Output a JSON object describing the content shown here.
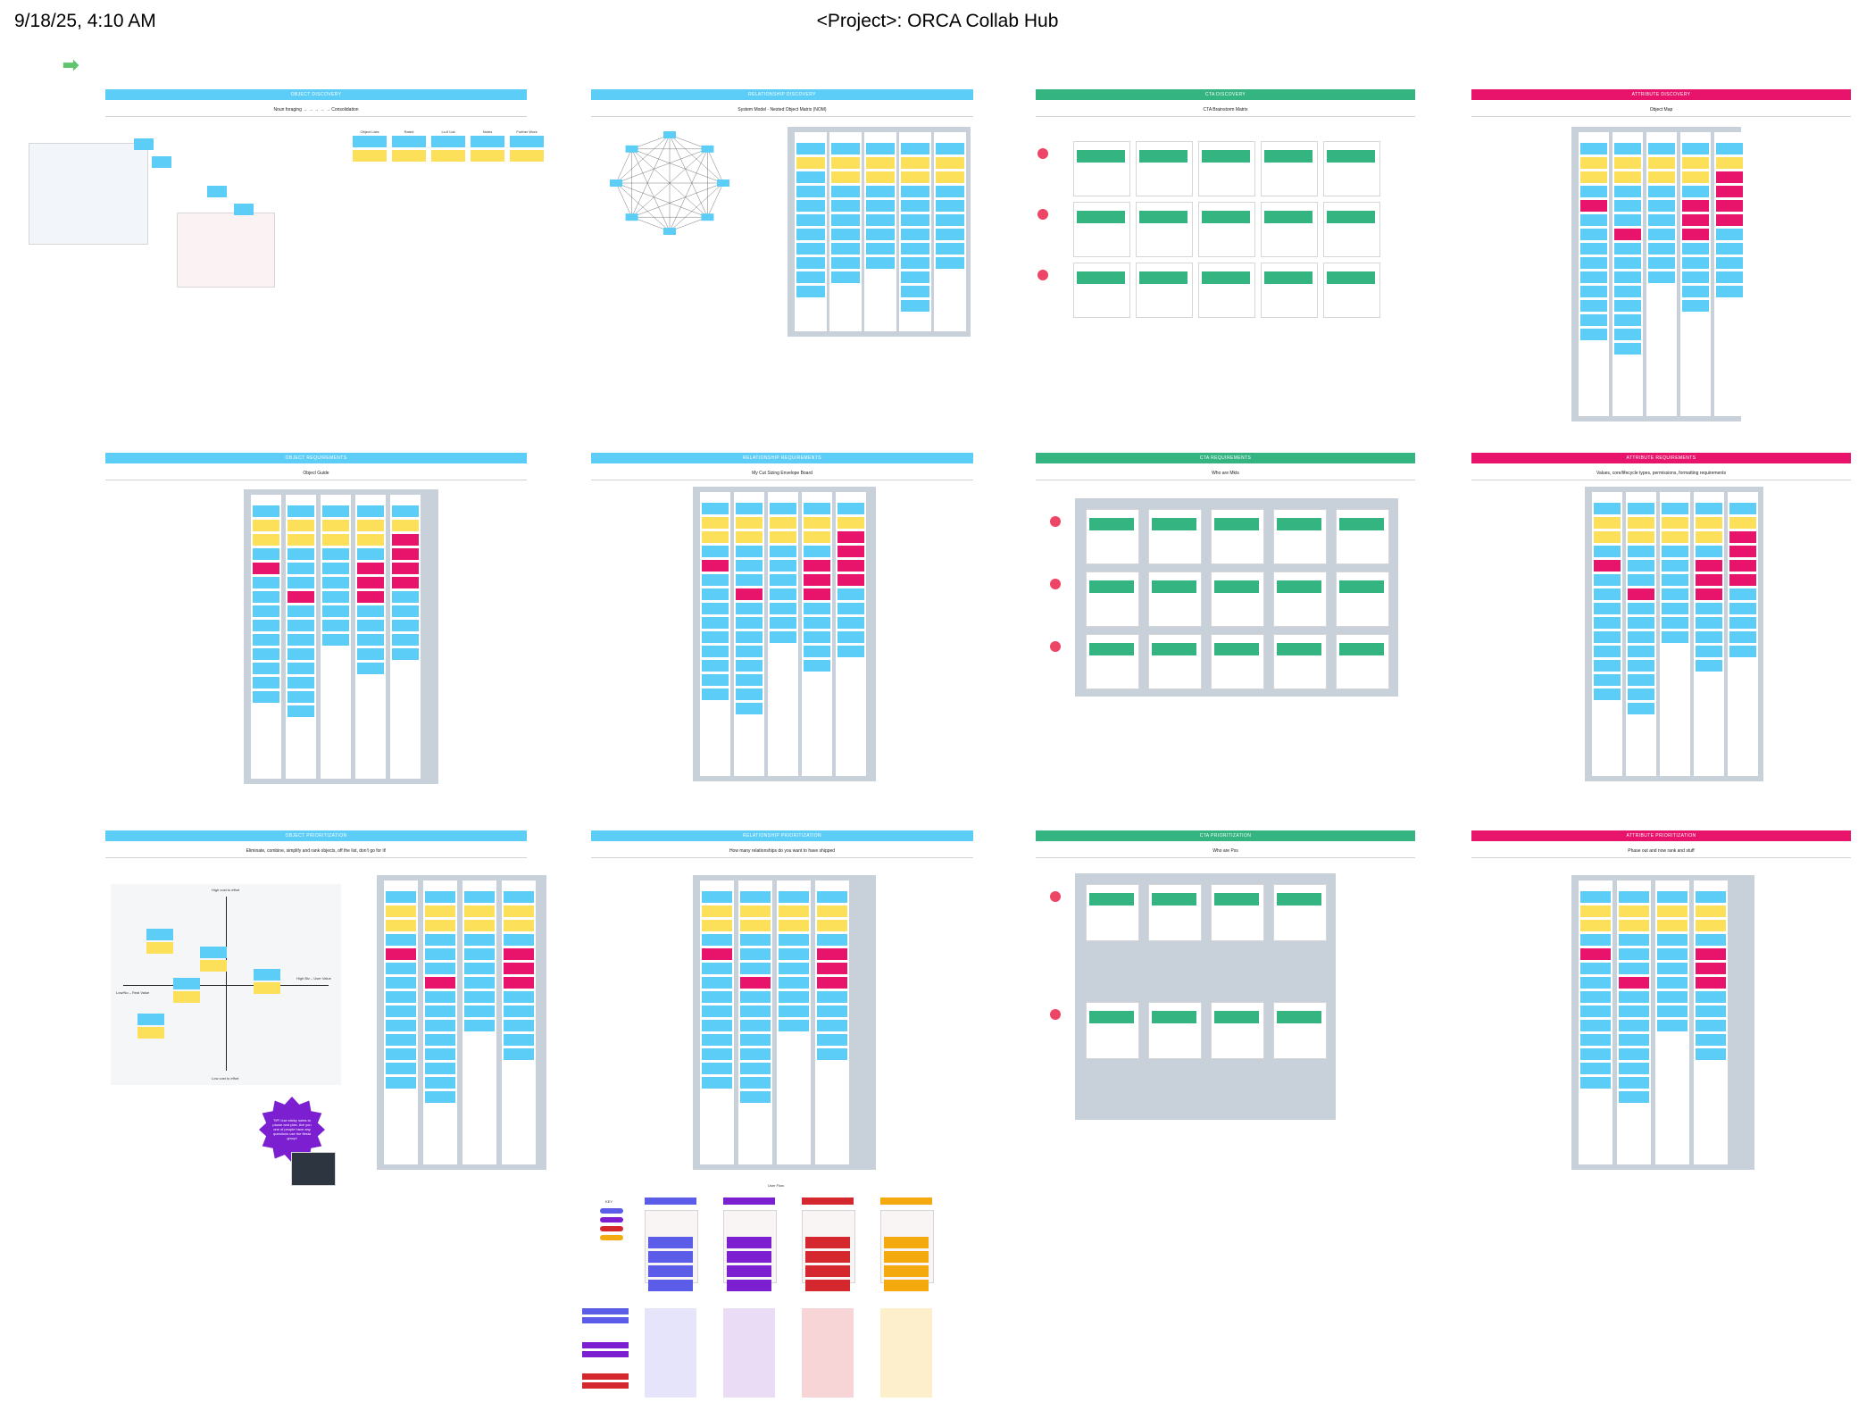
{
  "header": {
    "date": "9/18/25, 4:10 AM",
    "title": "<Project>: ORCA Collab Hub"
  },
  "colors": {
    "blue": "#5ccdf7",
    "green": "#33b480",
    "pink": "#e8146c",
    "yellow": "#fde05a",
    "board_grey": "#c8d1d9"
  },
  "panels": [
    {
      "bar": "OBJECT DISCOVERY",
      "subtitle": "Noun foraging → → → → → Consolidation",
      "color": "blue"
    },
    {
      "bar": "RELATIONSHIP DISCOVERY",
      "subtitle": "System Model   ·   Nested Object Matrix (NOM)",
      "color": "blue"
    },
    {
      "bar": "CTA DISCOVERY",
      "subtitle": "CTA Brainstorm Matrix",
      "color": "green"
    },
    {
      "bar": "ATTRIBUTE DISCOVERY",
      "subtitle": "Object Map",
      "color": "pink"
    },
    {
      "bar": "OBJECT REQUIREMENTS",
      "subtitle": "Object Guide",
      "color": "blue"
    },
    {
      "bar": "RELATIONSHIP REQUIREMENTS",
      "subtitle": "My Cut Sizing Envelope Board",
      "color": "blue"
    },
    {
      "bar": "CTA REQUIREMENTS",
      "subtitle": "Who are Mkts",
      "color": "green"
    },
    {
      "bar": "ATTRIBUTE REQUIREMENTS",
      "subtitle": "Values, core/lifecycle types, permissions, formatting requirements",
      "color": "pink"
    },
    {
      "bar": "OBJECT PRIORITIZATION",
      "subtitle": "Eliminate, combine, simplify and rank objects, off the list, don't go for it!",
      "color": "blue"
    },
    {
      "bar": "RELATIONSHIP PRIORITIZATION",
      "subtitle": "How many relationships do you want to have shipped",
      "color": "blue"
    },
    {
      "bar": "CTA PRIORITIZATION",
      "subtitle": "Who are Pxs",
      "color": "green"
    },
    {
      "bar": "ATTRIBUTE PRIORITIZATION",
      "subtitle": "Phase out and now rank and stuff",
      "color": "pink"
    }
  ],
  "object_discovery": {
    "columns": [
      "Object Lists",
      "Rated",
      "Lo-fi List",
      "Notes",
      "Further Work"
    ]
  },
  "object_priority": {
    "axis_top": "High cost to effort",
    "axis_bottom": "Low cost to effort",
    "axis_left": "Low/No – Real Value",
    "axis_right": "High Biz – User Value",
    "callout": "TIP! Use sticky notes to pause and plan. Are you one of people have any questions use the fiesta group!"
  },
  "user_flow": {
    "title": "User Flow",
    "legend_label": "KEY"
  }
}
